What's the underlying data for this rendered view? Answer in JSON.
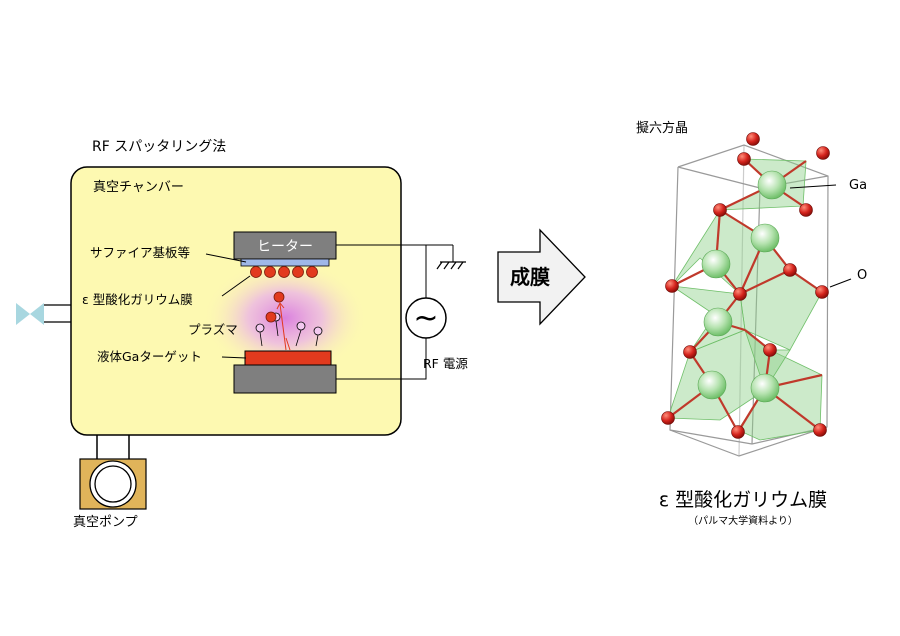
{
  "left": {
    "method_title": "RF スパッタリング法",
    "chamber_label": "真空チャンバー",
    "heater_label": "ヒーター",
    "substrate_label": "サファイア基板等",
    "film_label": "ε 型酸化ガリウム膜",
    "plasma_label": "プラズマ",
    "target_label": "液体Gaターゲット",
    "rf_label": "RF 電源",
    "rf_symbol": "~",
    "pump_label": "真空ポンプ"
  },
  "middle": {
    "arrow_label": "成膜"
  },
  "right": {
    "crystal_label": "擬六方晶",
    "ga_label": "Ga",
    "o_label": "O",
    "film_title": "ε 型酸化ガリウム膜",
    "source_note": "（パルマ大学資料より）"
  },
  "colors": {
    "chamber_fill": "#fdf9b1",
    "target_red": "#e23a1e",
    "heater_gray": "#7f7f7f",
    "arrow_fill": "#f2f2f2",
    "ga_green": "#8fd08a",
    "o_red": "#d4231c",
    "valve_teal": "#a8d7e0"
  }
}
